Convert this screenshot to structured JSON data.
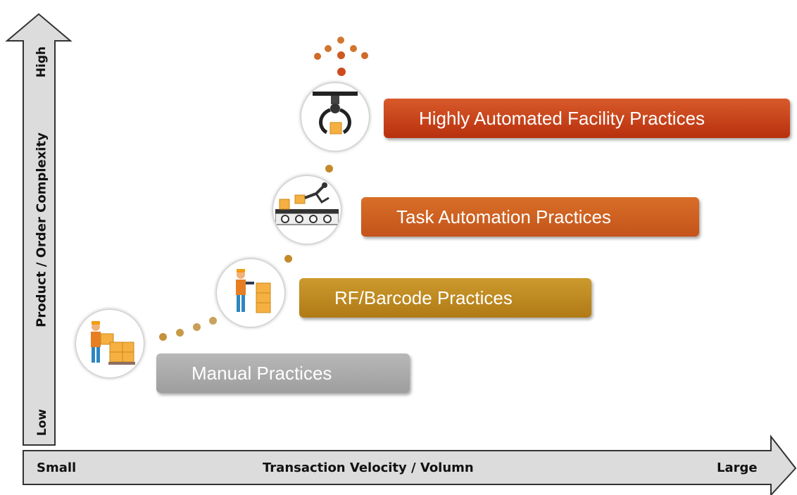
{
  "y_axis": {
    "title": "Product / Order Complexity",
    "low": "Low",
    "high": "High"
  },
  "x_axis": {
    "title": "Transaction Velocity / Volumn",
    "low": "Small",
    "high": "Large"
  },
  "stages": [
    {
      "label": "Manual Practices",
      "icon": "warehouse-worker-boxes-icon",
      "color": "#aaaaaa"
    },
    {
      "label": "RF/Barcode Practices",
      "icon": "barcode-scanning-worker-icon",
      "color": "#c08a1e"
    },
    {
      "label": "Task Automation Practices",
      "icon": "conveyor-robot-arm-icon",
      "color": "#cf5e1c"
    },
    {
      "label": "Highly Automated Facility Practices",
      "icon": "robotic-gripper-icon",
      "color": "#c4411a"
    }
  ],
  "colors": {
    "dot_start": "#c98a3a",
    "dot_end": "#cc4a1e",
    "axis_fill": "#dcdcdc",
    "axis_stroke": "#333333"
  }
}
